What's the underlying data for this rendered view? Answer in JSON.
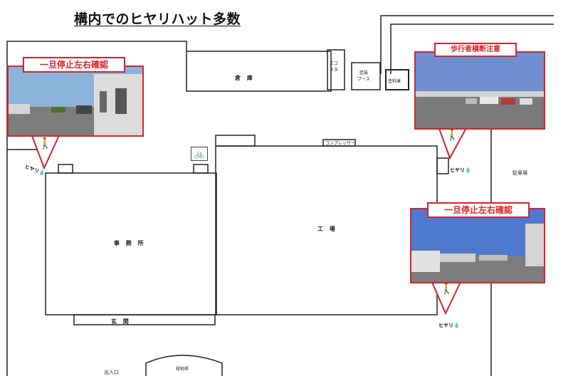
{
  "title": "構内でのヒヤリハット多数",
  "labels": {
    "souko": "倉 庫",
    "eco_cube": "エコ\nスタ",
    "tosou_booth": "塗装\nブース",
    "toryo_ko": "塗料庫",
    "compressor": "コンプレッサー",
    "jimusho": "事 務 所",
    "koujou": "工 場",
    "genkan": "玄 関",
    "chushajo": "駐車場",
    "deguchi": "出入口",
    "ryokuchi": "緑地帯"
  },
  "callouts": [
    {
      "heading": "一旦停止左右確認",
      "hiyari": "ヒヤリ💧"
    },
    {
      "heading": "歩行者横断注意",
      "hiyari": "ヒヤリ💧"
    },
    {
      "heading": "一旦停止左右確認",
      "hiyari": "ヒヤリ💧"
    }
  ],
  "icons": {
    "pedestrian": "🚶",
    "bicycle": "🚲"
  },
  "colors": {
    "callout_red": "#d8222a",
    "line": "#222222"
  }
}
